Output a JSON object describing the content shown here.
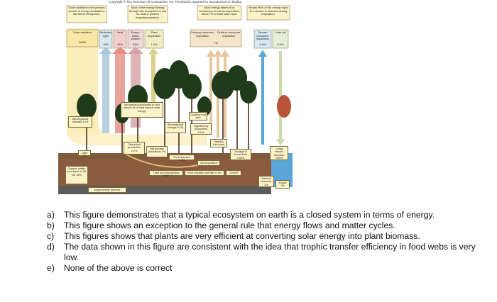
{
  "figure": {
    "copyright": "Copyright © The McGraw-Hill Companies, Inc. Permission required for reproduction or display.",
    "top_boxes": [
      {
        "id": "solar-note",
        "text": "Solar radiation is the primary source of energy available to this forest ecosystem."
      },
      {
        "id": "heat-note",
        "text": "Most of the energy flowing through this ecosystem is lost as heat or powers evapotranspiration."
      },
      {
        "id": "consumer-note",
        "text": "Most energy taken in by consumers is lost as respiration, about 7% of total solar input."
      },
      {
        "id": "stream-note",
        "text": "Nearly 90% of the energy input to a stream is released during respiration."
      }
    ],
    "flow_labels": [
      {
        "id": "solar",
        "label": "Solar radiation",
        "value": "100%"
      },
      {
        "id": "reflect",
        "label": "Reflected light",
        "value": "15%"
      },
      {
        "id": "heat",
        "label": "Heat",
        "value": "41%"
      },
      {
        "id": "evapo",
        "label": "Evapo-trans-piration",
        "value": "42%"
      },
      {
        "id": "plant-resp",
        "label": "Plant respiration",
        "value": "1.2%"
      },
      {
        "id": "grazing",
        "label": "Grazing consumer respiration",
        "value": ""
      },
      {
        "id": "detritus-resp",
        "label": "Detritus consumer respiration",
        "value": "7%"
      },
      {
        "id": "stream-resp",
        "label": "Stream consumer respiration",
        "value": "0.6%"
      },
      {
        "id": "litter-fall",
        "label": "Litter fall",
        "value": "0.5%"
      }
    ],
    "inner_boxes": [
      {
        "id": "npp-note",
        "text": "Net primary production is only about 1% of total input of solar energy."
      },
      {
        "id": "aboveground-biomass",
        "text": "Aboveground biomass 12%"
      },
      {
        "id": "aboveground-storage",
        "text": "Aboveground storage 0.2%"
      },
      {
        "id": "grazing-food-web",
        "text": "Grazing food web"
      },
      {
        "id": "ingestion",
        "text": "Ingestion by consumers 0.1%"
      },
      {
        "id": "detritus-food-web",
        "text": "Detritus food web"
      },
      {
        "id": "total-plant-prod",
        "text": "Total plant production 2.2%"
      },
      {
        "id": "net-primary-prod",
        "text": "Net primary production 1%"
      },
      {
        "id": "litter",
        "text": "Litter 7%"
      },
      {
        "id": "root-biomass",
        "text": "Root biomass 2.4%"
      },
      {
        "id": "decomposition",
        "text": "Decomposition"
      },
      {
        "id": "storage-forest-floor",
        "text": "Storage in forest floor 0.03%"
      },
      {
        "id": "living-stream-biomass",
        "text": "Living stream biomass .003%"
      },
      {
        "id": "organic-matter",
        "text": "Organic matter to a depth of 36 cm 18%"
      },
      {
        "id": "litter-throughflow",
        "text": "Litter and throughflow 0.6%"
      },
      {
        "id": "root-exudate",
        "text": "Root exudate and litter 0.1%"
      },
      {
        "id": "export-pct",
        "text": ".0005%"
      },
      {
        "id": "detritus-reservoir",
        "text": "Detritus reservoir 3%"
      },
      {
        "id": "export",
        "text": "Export 1%"
      },
      {
        "id": "bedrock",
        "text": "Impermeable bedrock"
      }
    ]
  },
  "options": [
    {
      "letter": "a)",
      "text": "This figure demonstrates that a typical ecosystem on earth is a closed system in terms of energy."
    },
    {
      "letter": "b)",
      "text": "This figure shows an exception to the general rule that energy flows and matter cycles."
    },
    {
      "letter": "c)",
      "text": "This figures shows that plants are very efficient at converting solar energy into plant biomass."
    },
    {
      "letter": "d)",
      "text": "The data shown in this figure are consistent with the idea that trophic transfer efficiency in food webs is very low."
    },
    {
      "letter": "e)",
      "text": "None of the above is correct"
    }
  ],
  "colors": {
    "solar": "#f5d96b",
    "reflect": "#9fc2d9",
    "heat": "#e48a85",
    "evapo": "#d6a0a6",
    "plant_resp": "#d9d38a",
    "consumer": "#e7c79c",
    "stream": "#5aa6d6",
    "litter": "#c9dba8",
    "soil": "#8a5b3c",
    "box_bg": "#fbf3c8"
  }
}
